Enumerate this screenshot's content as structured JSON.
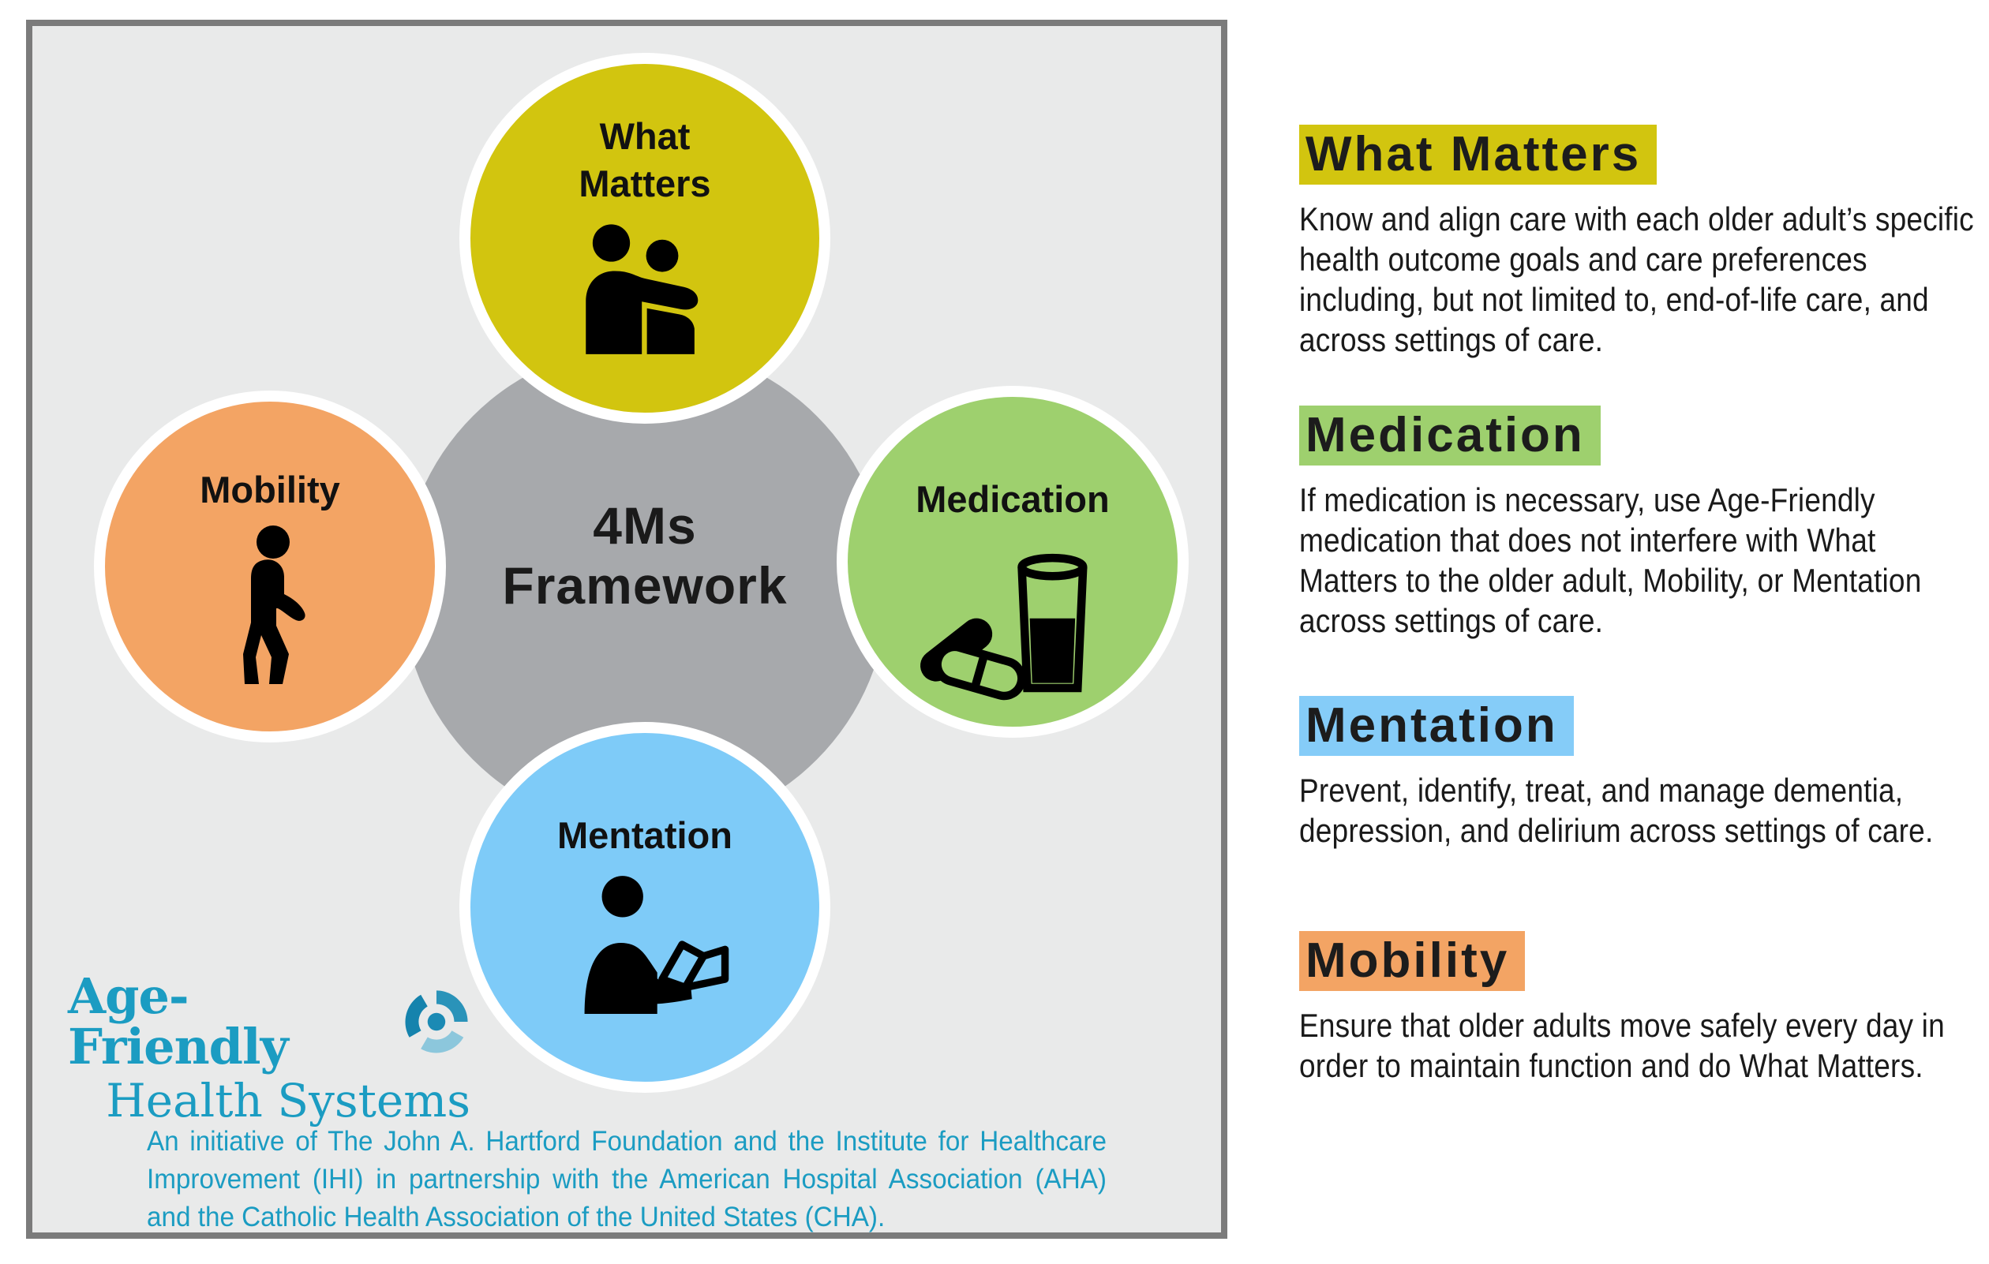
{
  "panel": {
    "center": {
      "line1": "4Ms",
      "line2": "Framework"
    },
    "circles": [
      {
        "id": "what-matters",
        "label": "What Matters",
        "color": "#d2c50f",
        "icon": "couple-icon"
      },
      {
        "id": "mobility",
        "label": "Mobility",
        "color": "#f3a464",
        "icon": "walking-person-icon"
      },
      {
        "id": "medication",
        "label": "Medication",
        "color": "#9ed06e",
        "icon": "pills-glass-icon"
      },
      {
        "id": "mentation",
        "label": "Mentation",
        "color": "#7ecbf8",
        "icon": "reading-person-icon"
      }
    ],
    "core_color": "#a7a9ac",
    "background": "#e9eaea",
    "border_color": "#7b7b7b",
    "logo": {
      "line1": "Age-Friendly",
      "line2": "Health Systems",
      "color": "#1b9cc2",
      "icon": "swirl-icon"
    },
    "footnote": "An initiative of The John A. Hartford Foundation and the Institute for Healthcare Improvement (IHI) in partnership with the American Hospital Association (AHA) and the Catholic Health Association of the United States (CHA)."
  },
  "sections": [
    {
      "heading": "What Matters",
      "highlight": "#d2c50f",
      "body": "Know and align care with each older adult’s specific health outcome goals and care preferences including, but not limited to, end-of-life care, and across settings of care."
    },
    {
      "heading": "Medication",
      "highlight": "#9ed06e",
      "body": "If medication is necessary, use Age-Friendly medication that does not interfere with What Matters to the older adult, Mobility, or Mentation across settings of care."
    },
    {
      "heading": "Mentation",
      "highlight": "#85ccf8",
      "body": "Prevent, identify, treat, and manage dementia, depression, and delirium across settings of care."
    },
    {
      "heading": "Mobility",
      "highlight": "#f3a464",
      "body": "Ensure that older adults move safely every day in order to maintain function and do What Matters."
    }
  ]
}
